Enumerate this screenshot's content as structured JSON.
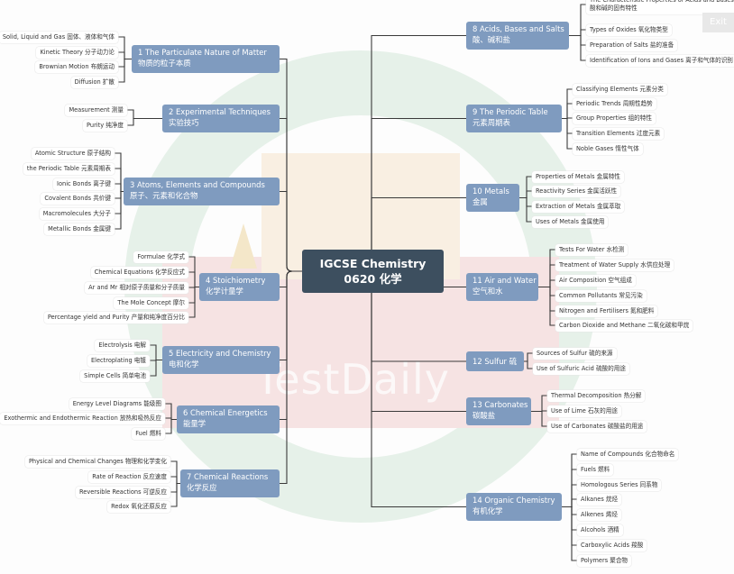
{
  "center": {
    "line1": "IGCSE Chemistry",
    "line2": "0620 化学"
  },
  "exit_label": "Exit",
  "watermark": "TestDaily",
  "left_topics": [
    {
      "title": "1 The Particulate Nature of Matter",
      "zh": "物质的粒子本质",
      "subs": [
        "Solid, Liquid and Gas 固体、液体和气体",
        "Kinetic Theory 分子动力论",
        "Brownian Motion 布朗运动",
        "Diffusion 扩散"
      ]
    },
    {
      "title": "2 Experimental Techniques",
      "zh": "实验技巧",
      "subs": [
        "Measurement 测量",
        "Purity 纯净度"
      ]
    },
    {
      "title": "3 Atoms, Elements and Compounds",
      "zh": "原子、元素和化合物",
      "subs": [
        "Atomic Structure 原子结构",
        "the Periodic Table 元素周期表",
        "Ionic Bonds 离子键",
        "Covalent Bonds 共价键",
        "Macromolecules 大分子",
        "Metallic Bonds 金属键"
      ]
    },
    {
      "title": "4 Stoichiometry",
      "zh": "化学计量学",
      "subs": [
        "Formulae 化学式",
        "Chemical Equations 化学反应式",
        "Ar and Mr 相对原子质量和分子质量",
        "The Mole Concept 摩尔",
        "Percentage yield and Purity 产量和纯净度百分比"
      ]
    },
    {
      "title": "5 Electricity and Chemistry",
      "zh": "电和化学",
      "subs": [
        "Electrolysis 电解",
        "Electroplating 电镀",
        "Simple Cells 简单电池"
      ]
    },
    {
      "title": "6 Chemical Energetics",
      "zh": "能量学",
      "subs": [
        "Energy Level Diagrams 能级图",
        "Exothermic and Endothermic Reaction 放热和吸热反应",
        "Fuel 燃料"
      ]
    },
    {
      "title": "7 Chemical Reactions",
      "zh": "化学反应",
      "subs": [
        "Physical and Chemical Changes 物理和化学变化",
        "Rate of Reaction 反应速度",
        "Reversible Reactions 可逆反应",
        "Redox 氧化还原反应"
      ]
    }
  ],
  "right_topics": [
    {
      "title": "8 Acids, Bases and Salts",
      "zh": "酸、碱和盐",
      "subs": [
        "The Characteristic Properties of Acids and Bases|酸和碱的固有特性",
        "Types of Oxides 氧化物类型",
        "Preparation of Salts 盐的准备",
        "Identification of Ions and Gases 离子和气体的识别"
      ]
    },
    {
      "title": "9 The Periodic Table",
      "zh": "元素周期表",
      "subs": [
        "Classifying Elements 元素分类",
        "Periodic Trends 周期性趋势",
        "Group Properties 组的特性",
        "Transition Elements 过度元素",
        "Noble Gases 惰性气体"
      ]
    },
    {
      "title": "10 Metals",
      "zh": "金属",
      "subs": [
        "Properties of Metals 金属特性",
        "Reactivity Series 金属活跃性",
        "Extraction of Metals 金属萃取",
        "Uses of Metals 金属使用"
      ]
    },
    {
      "title": "11 Air and Water",
      "zh": "空气和水",
      "subs": [
        "Tests For Water 水检测",
        "Treatment of Water Supply 水供应处理",
        "Air Composition 空气组成",
        "Common Pollutants 常见污染",
        "Nitrogen and Fertilisers 氮和肥料",
        "Carbon Dioxide and Methane 二氧化碳和甲烷"
      ]
    },
    {
      "title": "12 Sulfur 硫",
      "zh": "",
      "subs": [
        "Sources of Sulfur 硫的来源",
        "Use of Sulfuric Acid 硫酸的用途"
      ]
    },
    {
      "title": "13 Carbonates",
      "zh": "碳酸盐",
      "subs": [
        "Thermal Decomposition 热分解",
        "Use of Lime 石灰的用途",
        "Use of Carbonates 碳酸盐的用途"
      ]
    },
    {
      "title": "14 Organic Chemistry",
      "zh": "有机化学",
      "subs": [
        "Name of Compounds 化合物命名",
        "Fuels 燃料",
        "Homologous Series 同系物",
        "Alkanes 烷烃",
        "Alkenes 烯烃",
        "Alcohols 酒精",
        "Carboxylic Acids 羧酸",
        "Polymers 聚合物"
      ]
    }
  ],
  "colors": {
    "topic": "#7f9bbf",
    "center": "#3d4f5f",
    "line": "#3a3a3a",
    "watermark_ring": "#cfe5d6",
    "watermark_body": "#f1d6d6"
  }
}
